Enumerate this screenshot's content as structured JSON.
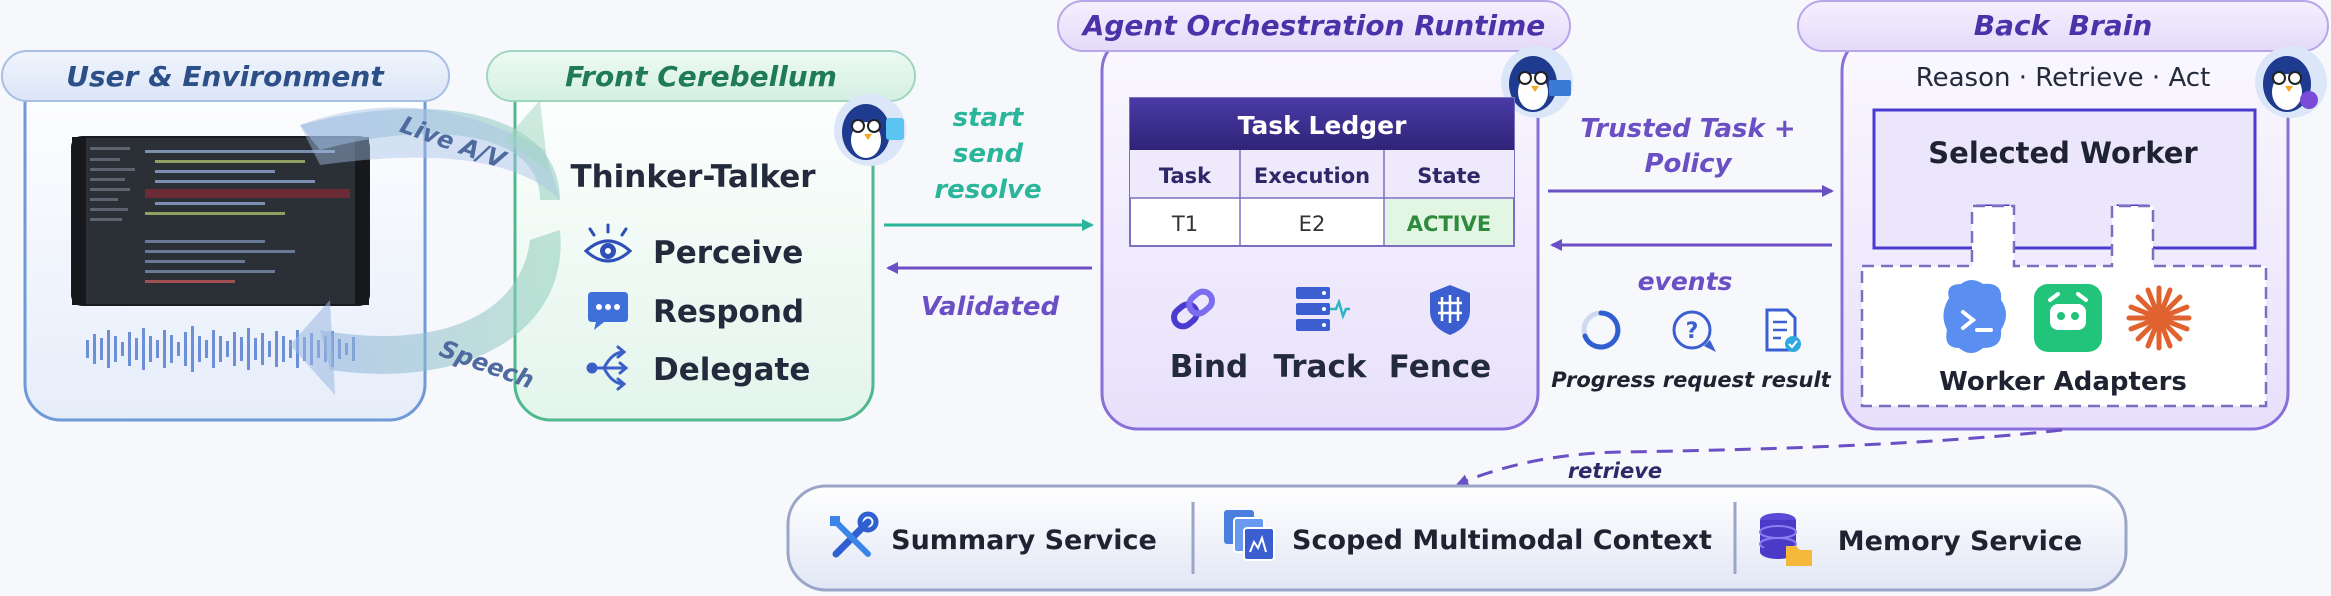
{
  "user_env": {
    "title": "User & Environment"
  },
  "loop": {
    "live_av": "Live A/V",
    "speech": "Speech"
  },
  "front": {
    "title": "Front Cerebellum",
    "heading": "Thinker-Talker",
    "items": [
      {
        "label": "Perceive",
        "icon": "eye-icon"
      },
      {
        "label": "Respond",
        "icon": "chat-bubble-icon"
      },
      {
        "label": "Delegate",
        "icon": "branch-arrows-icon"
      }
    ]
  },
  "arrows_front": {
    "forward": [
      "start",
      "send",
      "resolve"
    ],
    "back": "Validated"
  },
  "runtime": {
    "title": "Agent Orchestration Runtime",
    "ledger": {
      "title": "Task Ledger",
      "headers": [
        "Task",
        "Execution",
        "State"
      ],
      "row": [
        "T1",
        "E2",
        "ACTIVE"
      ]
    },
    "features": [
      {
        "label": "Bind",
        "icon": "link-icon"
      },
      {
        "label": "Track",
        "icon": "server-icon"
      },
      {
        "label": "Fence",
        "icon": "shield-icon"
      }
    ]
  },
  "arrows_back": {
    "forward": [
      "Trusted Task +",
      "Policy"
    ],
    "events": "events",
    "events_caption": "Progress request result"
  },
  "back_brain": {
    "title": "Back  Brain",
    "subtitle": "Reason · Retrieve · Act",
    "worker": "Selected Worker",
    "adapters": "Worker Adapters"
  },
  "retrieve": "retrieve",
  "services": [
    {
      "label": "Summary Service",
      "icon": "tools-icon"
    },
    {
      "label": "Scoped Multimodal Context",
      "icon": "media-stack-icon"
    },
    {
      "label": "Memory Service",
      "icon": "database-icon"
    }
  ],
  "colors": {
    "blue": "#2b4f86",
    "green": "#1f7a5a",
    "teal": "#2bb59a",
    "purple": "#6b4fc4",
    "dark_purple": "#3d2f8f",
    "active_green": "#2e8b3e"
  }
}
